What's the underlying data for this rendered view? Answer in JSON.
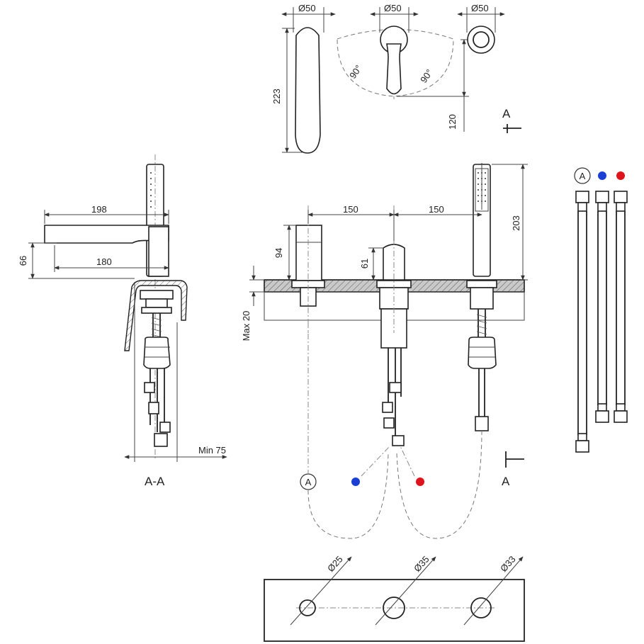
{
  "top_view": {
    "spout_diameter": "Ø50",
    "handle_diameter": "Ø50",
    "knob_diameter": "Ø50",
    "spout_length": "223",
    "handle_left_angle": "90°",
    "handle_right_angle": "90°",
    "handle_height": "120"
  },
  "section_markers": {
    "top_right": "A",
    "middle_right": "A",
    "section_label": "A-A"
  },
  "side_view": {
    "spout_reach": "198",
    "inner_reach": "180",
    "spout_height": "66",
    "min_depth": "Min 75"
  },
  "front_view": {
    "spacing_left": "150",
    "spacing_right": "150",
    "spout_height": "94",
    "mixer_height": "61",
    "shower_height": "203",
    "deck_thickness": "Max 20"
  },
  "hoses": {
    "label_a": "A",
    "cold_color": "#1a3fd6",
    "hot_color": "#e0131a"
  },
  "connections": {
    "label_a": "A",
    "cold_color": "#1a3fd6",
    "hot_color": "#e0131a"
  },
  "deck_holes": {
    "hole1": "Ø25",
    "hole2": "Ø35",
    "hole3": "Ø33"
  }
}
